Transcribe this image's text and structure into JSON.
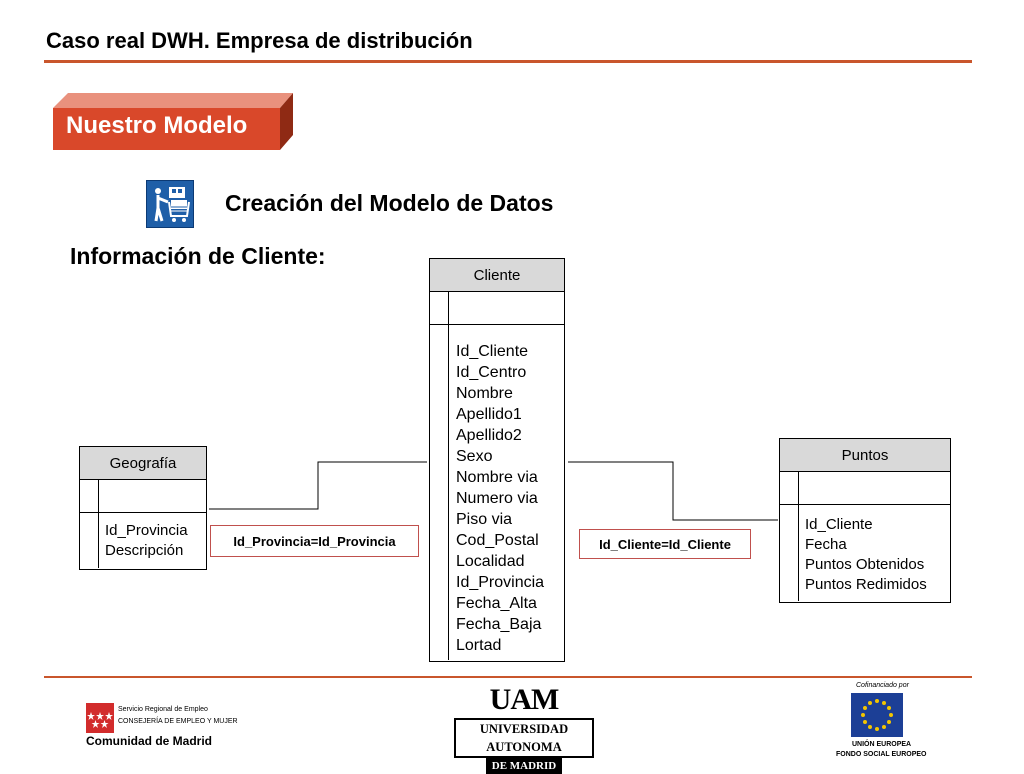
{
  "header": {
    "title": "Caso real DWH. Empresa de distribución"
  },
  "banner": {
    "label": "Nuestro Modelo"
  },
  "subsection": {
    "title": "Creación del Modelo de Datos"
  },
  "section": {
    "title": "Información de Cliente:"
  },
  "entities": {
    "cliente": {
      "name": "Cliente",
      "fields": [
        "Id_Cliente",
        "Id_Centro",
        "Nombre",
        "Apellido1",
        "Apellido2",
        "Sexo",
        "Nombre via",
        "Numero via",
        "Piso via",
        "Cod_Postal",
        "Localidad",
        "Id_Provincia",
        "Fecha_Alta",
        "Fecha_Baja",
        "Lortad"
      ]
    },
    "geografia": {
      "name": "Geografía",
      "fields": [
        "Id_Provincia",
        "Descripción"
      ]
    },
    "puntos": {
      "name": "Puntos",
      "fields": [
        "Id_Cliente",
        "Fecha",
        "Puntos Obtenidos",
        "Puntos Redimidos"
      ]
    }
  },
  "relations": {
    "geografia_cliente": "Id_Provincia=Id_Provincia",
    "cliente_puntos": "Id_Cliente=Id_Cliente"
  },
  "footer": {
    "madrid": {
      "line1": "Servicio Regional de Empleo",
      "line2": "CONSEJERÍA DE EMPLEO Y MUJER",
      "name": "Comunidad de Madrid"
    },
    "uam": {
      "monogram": "UAM",
      "line1": "UNIVERSIDAD AUTONOMA",
      "line2": "DE MADRID"
    },
    "eu": {
      "caption": "Cofinanciado por",
      "line1": "UNIÓN EUROPEA",
      "line2": "FONDO SOCIAL EUROPEO"
    }
  },
  "colors": {
    "accent": "#d9482a",
    "rule": "#c9562c",
    "label_border": "#c0504d",
    "icon_blue": "#1f5fa8",
    "eu_blue": "#1c3f96",
    "eu_gold": "#f2c500"
  }
}
